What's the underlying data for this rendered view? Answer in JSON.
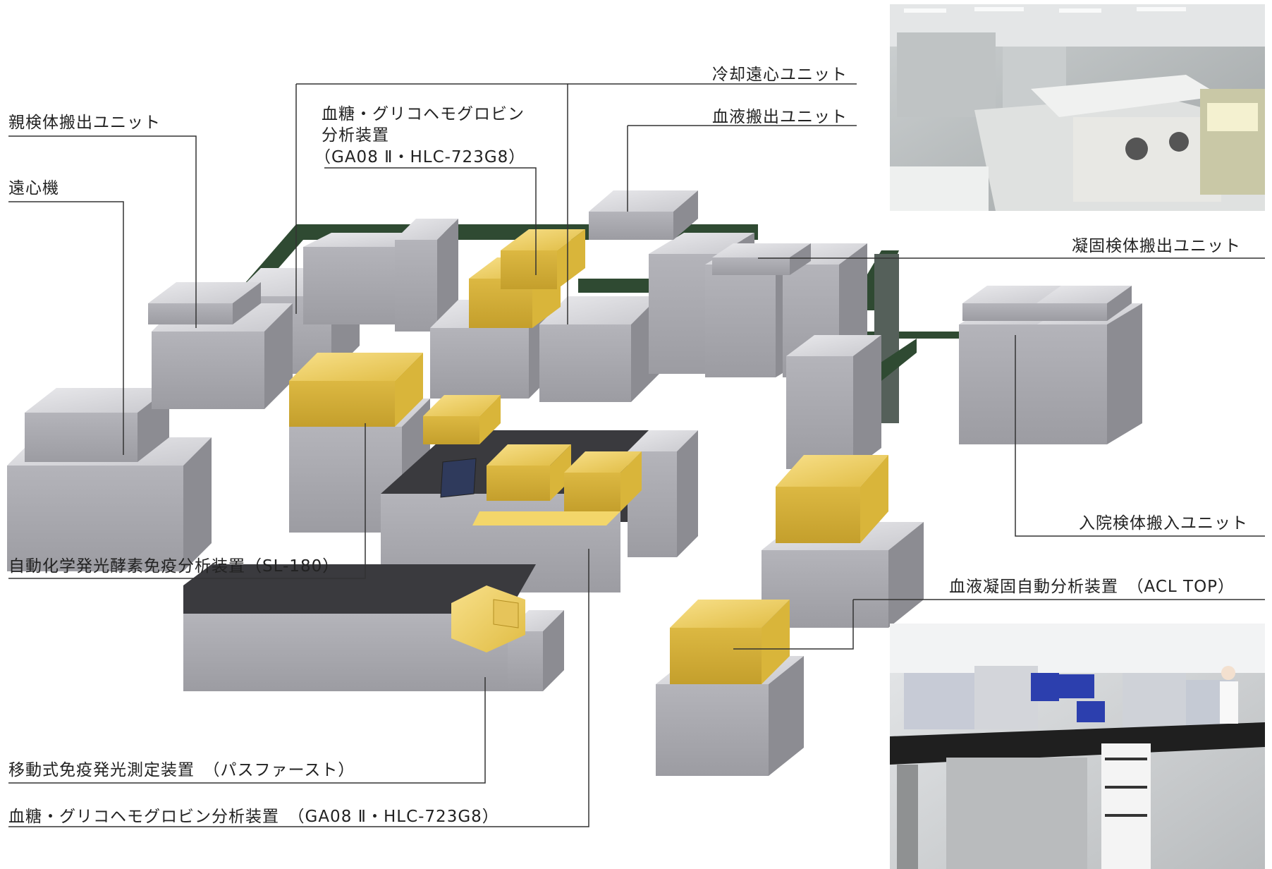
{
  "labels": {
    "oya_unit": "親検体搬出ユニット",
    "centrifuge": "遠心機",
    "glyco_top_1": "血糖・グリコヘモグロビン",
    "glyco_top_2": "分析装置",
    "glyco_top_3": "（GA08 Ⅱ・HLC-723G8）",
    "cooling_centrifuge": "冷却遠心ユニット",
    "blood_out": "血液搬出ユニット",
    "coag_out": "凝固検体搬出ユニット",
    "inpatient_in": "入院検体搬入ユニット",
    "sl180": "自動化学発光酵素免疫分析装置（SL-180）",
    "acl_top": "血液凝固自動分析装置　（ACL TOP）",
    "pathfast": "移動式免疫発光測定装置　（パスファースト）",
    "glyco_bottom": "血糖・グリコヘモグロビン分析装置　（GA08 Ⅱ・HLC-723G8）"
  },
  "colors": {
    "unit_top": "#d8d8dc",
    "unit_front": "#a8a8ae",
    "unit_side": "#8c8c92",
    "belt": "#2f4a32",
    "analyzer_top": "#f3d66a",
    "analyzer_front": "#d9b53a",
    "leader": "#333333"
  },
  "photos": {
    "top_right": "lab-automation-line-photo",
    "bottom_right": "lab-workstation-photo"
  }
}
